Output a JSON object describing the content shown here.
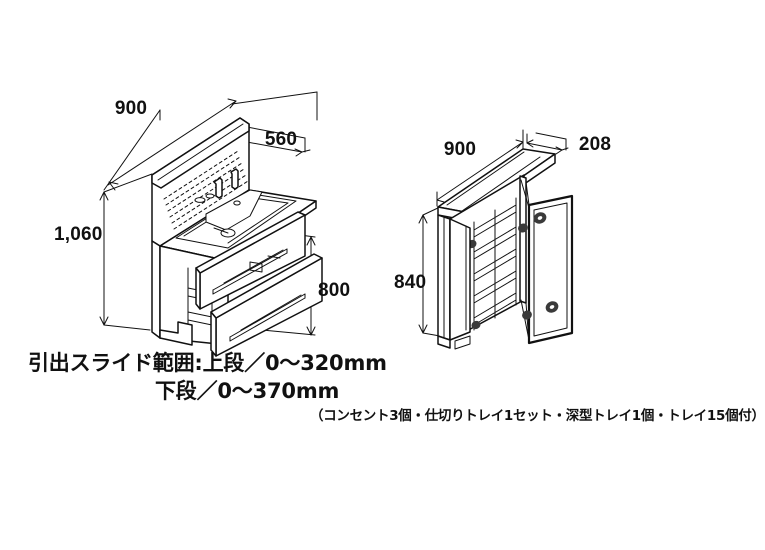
{
  "document": {
    "type": "technical-dimension-drawing",
    "background_color": "#ffffff",
    "line_color": "#111111",
    "text_color": "#111111"
  },
  "left_drawing": {
    "name": "vanity-cabinet-with-basin",
    "dimensions": {
      "width_label": "900",
      "depth_label": "560",
      "total_height_label": "1,060",
      "cabinet_height_label": "800"
    }
  },
  "right_drawing": {
    "name": "mirror-wall-cabinet",
    "dimensions": {
      "width_label": "900",
      "depth_label": "208",
      "height_label": "840"
    }
  },
  "notes": {
    "line1": "引出スライド範囲:上段／0～320mm",
    "line2": "下段／0～370mm",
    "paren": "（コンセント3個・仕切りトレイ1セット・深型トレイ1個・トレイ15個付）"
  }
}
